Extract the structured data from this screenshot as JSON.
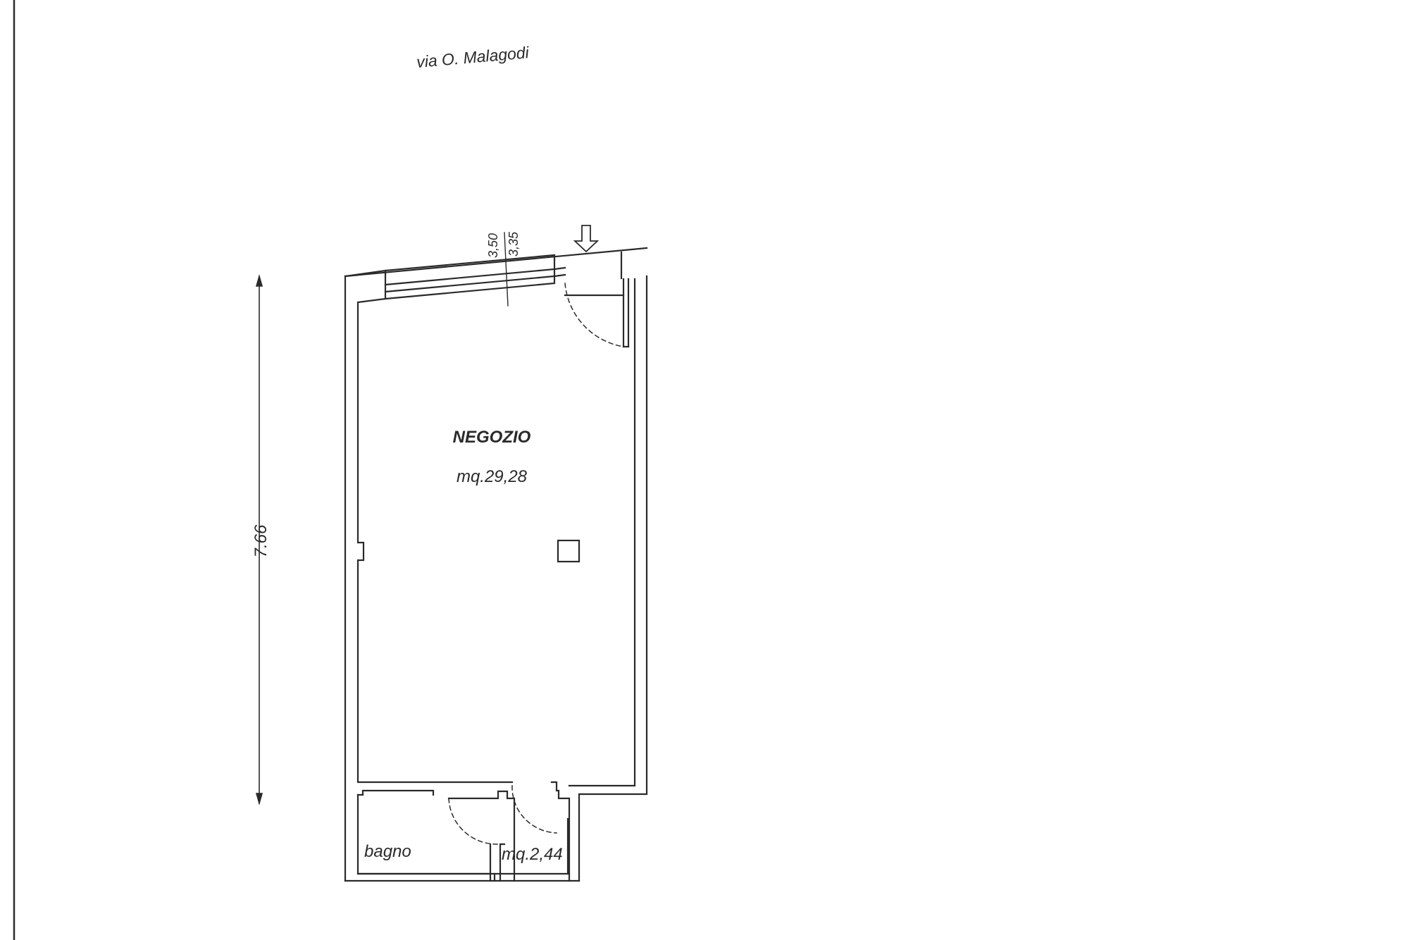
{
  "labels": {
    "street": "via O. Malagodi",
    "room_main": "NEGOZIO",
    "room_main_area": "mq.29,28",
    "room_bath": "bagno",
    "room_bath_area": "mq.2,44",
    "dim_length": "7.66",
    "dim_height_a": "3,50",
    "dim_height_b": "3,35"
  },
  "icons": {
    "entrance": "entrance-arrow-icon",
    "pillar": "pillar-square-icon"
  },
  "colors": {
    "line": "#2a2a2a",
    "paper": "#ffffff"
  }
}
